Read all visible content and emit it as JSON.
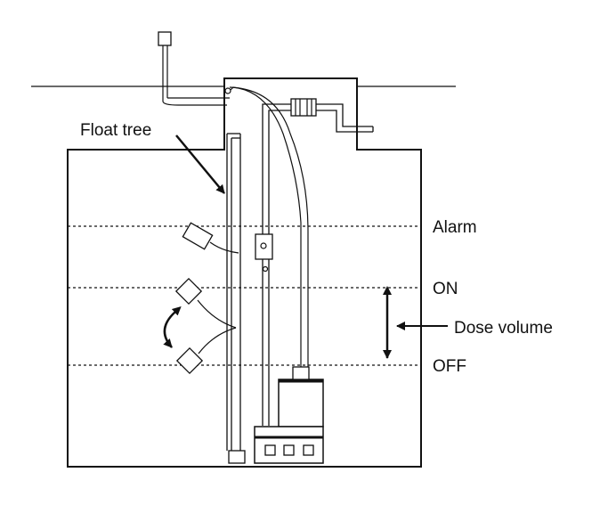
{
  "labels": {
    "float_tree": "Float tree",
    "alarm": "Alarm",
    "on": "ON",
    "off": "OFF",
    "dose_volume": "Dose volume"
  },
  "colors": {
    "line": "#111111",
    "background": "#ffffff"
  }
}
